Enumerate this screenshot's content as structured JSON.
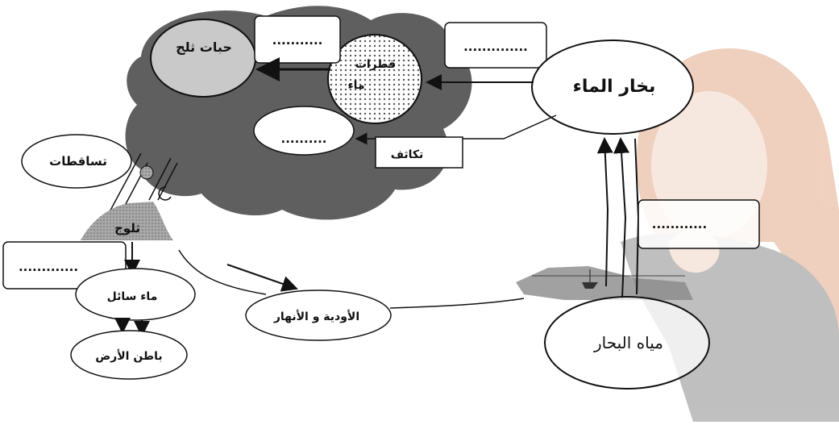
{
  "labels": {
    "snow_grains": "حبات ثلج",
    "water_drops_line1": "قطرات",
    "water_drops_line2": "ماء",
    "water_vapor": "بخار الماء",
    "condensation": "تكاثف",
    "precipitation": "تساقطات",
    "snow": "ثلوج",
    "liquid_water": "ماء سائل",
    "underground": "باطن الأرض",
    "valleys_rivers": "الأودية و الأنهار",
    "sea_water": "مياه البحار"
  },
  "blanks": {
    "cloud_top_box": "...........",
    "top_right_box": "..............",
    "cloud_bottom_ellipse": "..........",
    "right_box": "............",
    "left_box": "............."
  },
  "colors": {
    "cloud": "#5f5f5f",
    "snow_ellipse": "#c9c9c9",
    "snow_ground": "#9a9a9a",
    "hijab": "#e3a98a",
    "jacket": "#8c8c8c",
    "skin": "#f2d6c6"
  }
}
